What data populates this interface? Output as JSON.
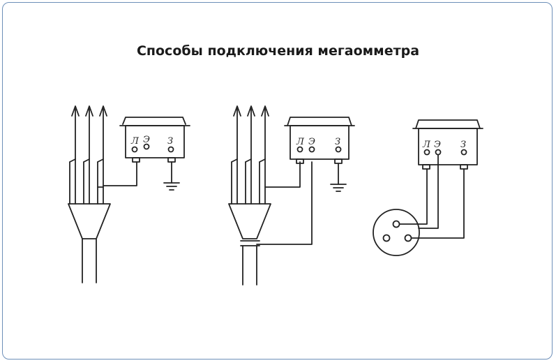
{
  "title": "Способы подключения мегаомметра",
  "terminal_labels": {
    "line": "Л",
    "screen": "Э",
    "ground": "З"
  },
  "colors": {
    "ink": "#222222",
    "frame": "#6d8fb8",
    "background": "#ffffff"
  }
}
